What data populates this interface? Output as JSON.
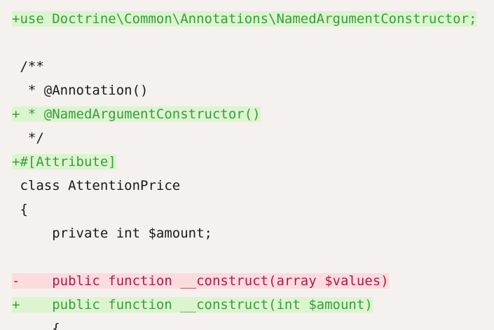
{
  "diff_lines": [
    {
      "type": "add",
      "text": "+use Doctrine\\Common\\Annotations\\NamedArgumentConstructor;"
    },
    {
      "type": "blank",
      "text": ""
    },
    {
      "type": "ctx",
      "text": " /**"
    },
    {
      "type": "ctx",
      "text": "  * @Annotation()"
    },
    {
      "type": "add",
      "text": "+ * @NamedArgumentConstructor()"
    },
    {
      "type": "ctx",
      "text": "  */"
    },
    {
      "type": "add",
      "text": "+#[Attribute]"
    },
    {
      "type": "ctx",
      "text": " class AttentionPrice"
    },
    {
      "type": "ctx",
      "text": " {"
    },
    {
      "type": "ctx",
      "text": "     private int $amount;"
    },
    {
      "type": "blank",
      "text": ""
    },
    {
      "type": "del",
      "text": "-    public function __construct(array $values)"
    },
    {
      "type": "add",
      "text": "+    public function __construct(int $amount)"
    },
    {
      "type": "ctx",
      "text": "     {"
    }
  ],
  "colors": {
    "background": "#f5f1ee",
    "added_text": "#3d9a3d",
    "added_background": "#dbf5cf",
    "removed_text": "#b0184f",
    "removed_background": "#fbdcdc"
  }
}
